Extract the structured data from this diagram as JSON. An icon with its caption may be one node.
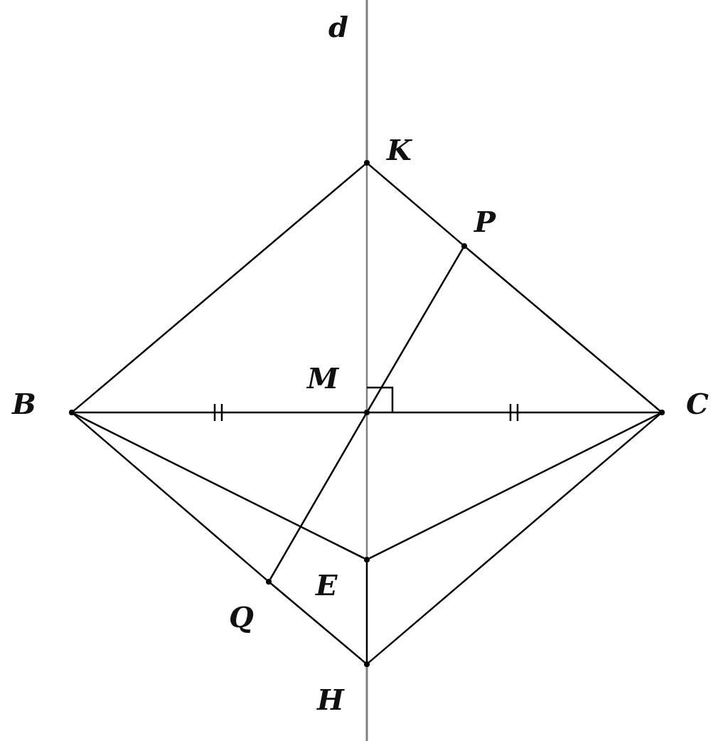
{
  "diagram": {
    "nodes": [
      {
        "text": [
          "K"
        ]
      },
      {
        "text": [
          "P"
        ]
      },
      {
        "text": [
          "M"
        ]
      },
      {
        "text": [
          "B"
        ]
      },
      {
        "text": [
          "C"
        ]
      },
      {
        "text": [
          "E"
        ]
      },
      {
        "text": [
          "Q"
        ]
      },
      {
        "text": [
          "H"
        ]
      }
    ],
    "edges": [
      {
        "from": 0,
        "to": 3,
        "arrow": "none"
      },
      {
        "from": 0,
        "to": 1,
        "arrow": "none"
      },
      {
        "from": 1,
        "to": 4,
        "arrow": "none"
      },
      {
        "from": 3,
        "to": 2,
        "arrow": "none"
      },
      {
        "from": 2,
        "to": 4,
        "arrow": "none"
      },
      {
        "from": 0,
        "to": 2,
        "arrow": "none",
        "color": "#808080"
      },
      {
        "from": 2,
        "to": 5,
        "arrow": "none",
        "color": "#808080"
      },
      {
        "from": 5,
        "to": 7,
        "arrow": "none"
      },
      {
        "from": 1,
        "to": 2,
        "arrow": "none"
      },
      {
        "from": 2,
        "to": 6,
        "arrow": "none"
      },
      {
        "from": 3,
        "to": 5,
        "arrow": "none"
      },
      {
        "from": 5,
        "to": 4,
        "arrow": "none"
      },
      {
        "from": 3,
        "to": 6,
        "arrow": "none"
      },
      {
        "from": 6,
        "to": 7,
        "arrow": "none"
      },
      {
        "from": 7,
        "to": 4,
        "arrow": "none"
      }
    ],
    "labels": [
      "d"
    ]
  }
}
